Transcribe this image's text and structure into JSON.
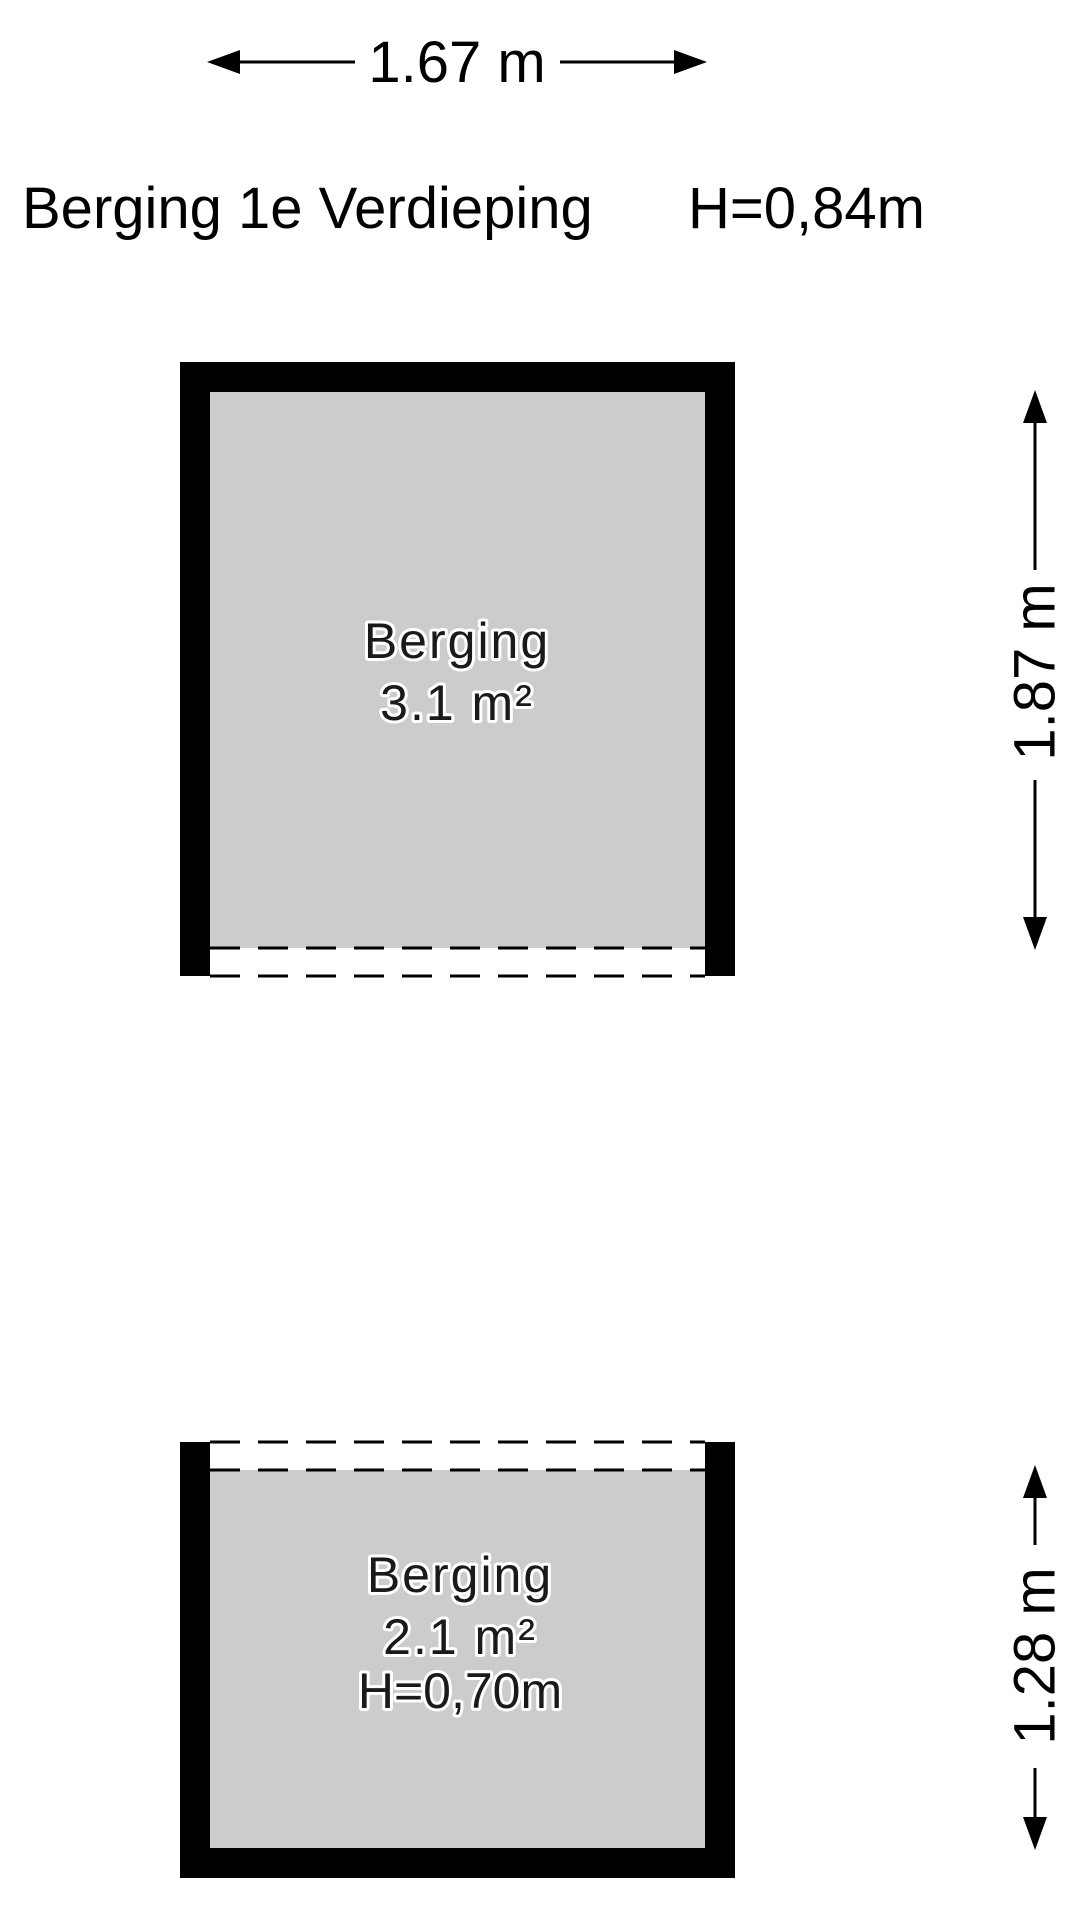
{
  "header": {
    "title": "Berging 1e Verdieping",
    "height": "H=0,84m"
  },
  "dimensions": {
    "top_width": "1.67 m",
    "upper_height": "1.87 m",
    "lower_height": "1.28 m"
  },
  "rooms": [
    {
      "name": "Berging",
      "area": "3.1 m²"
    },
    {
      "name": "Berging",
      "area": "2.1 m²",
      "height": "H=0,70m"
    }
  ],
  "colors": {
    "wall": "#000000",
    "floor": "#cccccc",
    "background": "#ffffff"
  }
}
